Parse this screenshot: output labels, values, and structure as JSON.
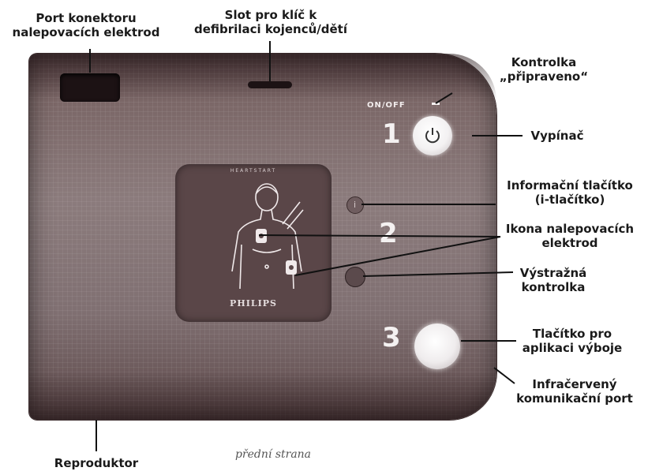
{
  "labels": {
    "port_connector": [
      "Port konektoru",
      "nalepovacích elektrod"
    ],
    "key_slot": [
      "Slot pro klíč k",
      "defibrilaci kojenců/dětí"
    ],
    "ready_light": [
      "Kontrolka",
      "„připraveno“"
    ],
    "power_switch": "Vypínač",
    "info_button": [
      "Informační tlačítko",
      "(i-tlačítko)"
    ],
    "pads_icon": [
      "Ikona nalepovacích",
      "elektrod"
    ],
    "warning_light": [
      "Výstražná",
      "kontrolka"
    ],
    "shock_button": [
      "Tlačítko pro",
      "aplikaci výboje"
    ],
    "infrared_port": [
      "Infračervený",
      "komunikační port"
    ],
    "speaker": "Reproduktor"
  },
  "caption": "přední strana",
  "device": {
    "onoff": "ON/OFF",
    "step1": "1",
    "step2": "2",
    "step3": "3",
    "panel_brand": "HEARTSTART",
    "brand": "PHILIPS",
    "info_glyph": "i"
  }
}
